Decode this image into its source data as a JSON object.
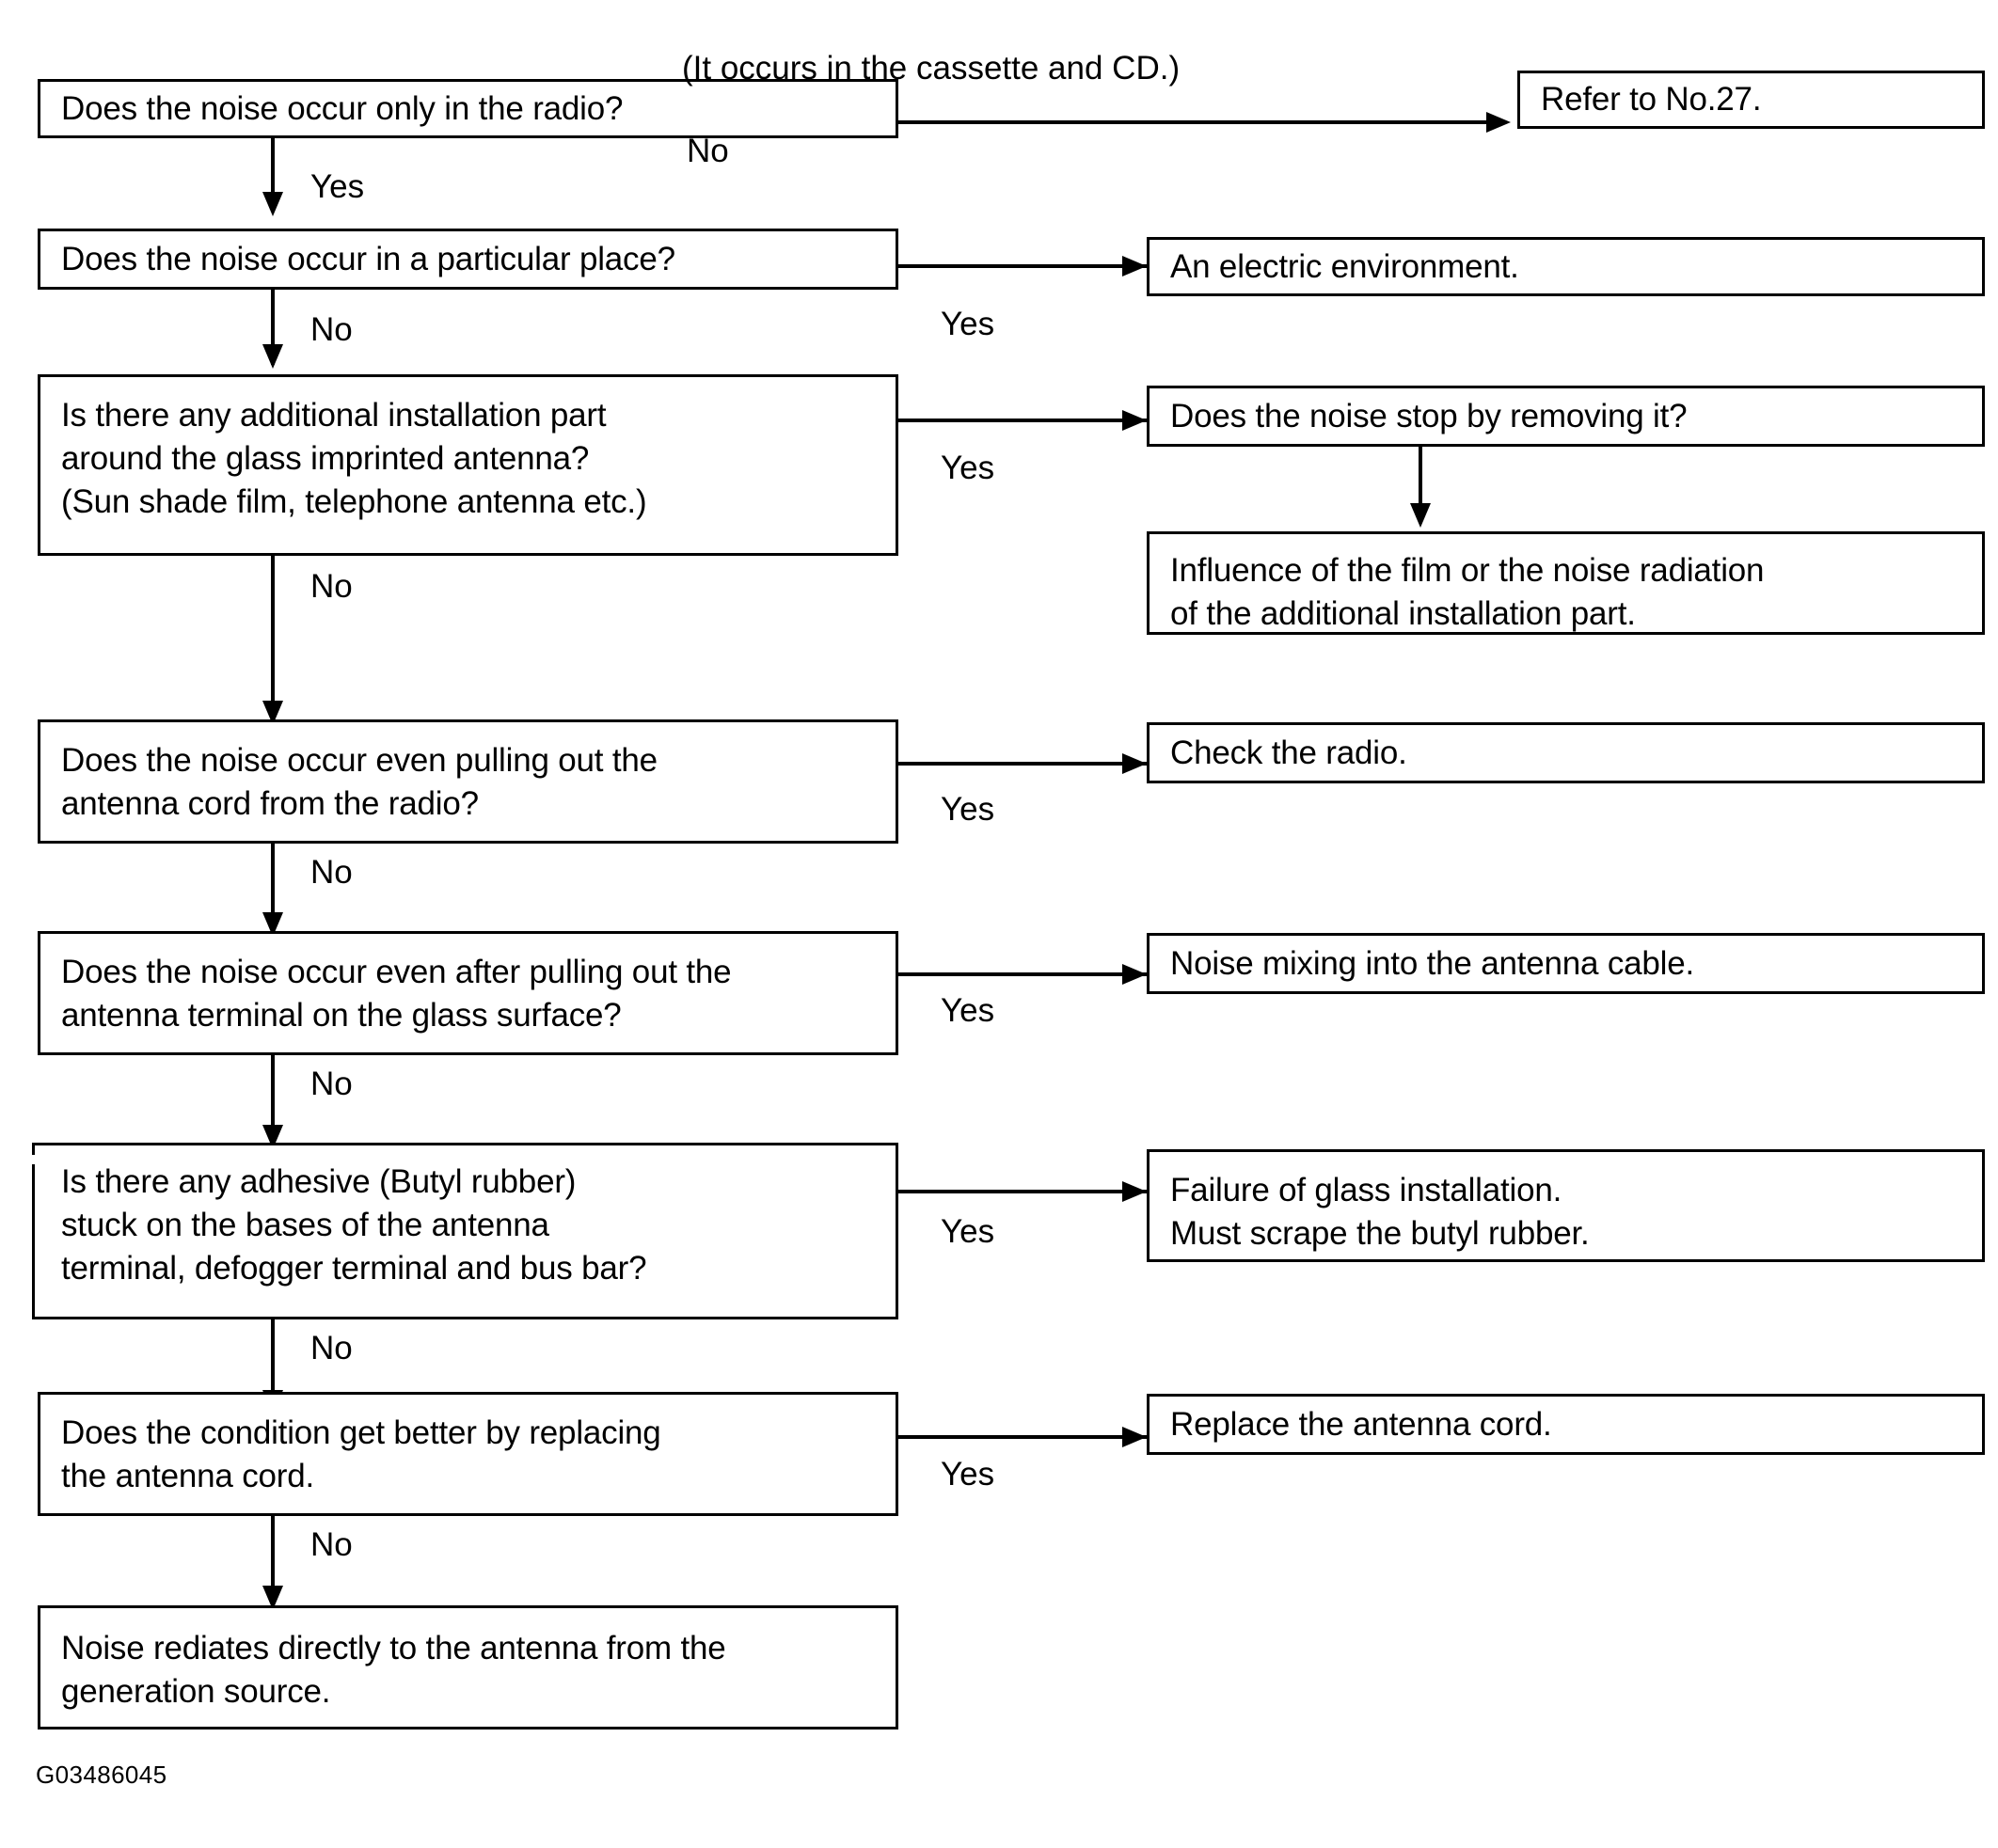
{
  "figure": {
    "code": "G03486045",
    "type": "flowchart",
    "title": "Radio noise diagnosis flowchart"
  },
  "nodes": {
    "q1": {
      "text": "Does the noise occur only in the radio?"
    },
    "a1": {
      "text": "Refer to No.27."
    },
    "q2": {
      "text": "Does the noise occur in a particular place?"
    },
    "a2": {
      "text": "An electric environment."
    },
    "q3": {
      "text": "Is there any additional installation part\naround the glass imprinted antenna?\n(Sun shade film, telephone antenna etc.)"
    },
    "q3b": {
      "text": "Does the noise stop by removing it?"
    },
    "a3": {
      "text": "Influence of the film or the noise radiation\nof the additional installation part."
    },
    "q4": {
      "text": "Does the noise occur even pulling out the\nantenna cord from the radio?"
    },
    "a4": {
      "text": "Check the radio."
    },
    "q5": {
      "text": "Does the noise occur even after pulling out the\nantenna terminal on the glass surface?"
    },
    "a5": {
      "text": "Noise mixing into the antenna cable."
    },
    "q6": {
      "text": "Is there any adhesive (Butyl rubber)\nstuck on the bases of the antenna\nterminal, defogger terminal and bus bar?"
    },
    "a6": {
      "text": "Failure of glass installation.\nMust scrape the butyl rubber."
    },
    "q7": {
      "text": "Does the condition get better by replacing\nthe antenna cord."
    },
    "a7": {
      "text": "Replace the antenna cord."
    },
    "a8": {
      "text": "Noise rediates directly to the antenna from the\ngeneration source."
    }
  },
  "edge_labels": {
    "e1_no": "No",
    "e1_note": "(It occurs in the cassette and CD.)",
    "e1_yes": "Yes",
    "e2_yes": "Yes",
    "e2_no": "No",
    "e3_yes": "Yes",
    "e3_no": "No",
    "e4_yes": "Yes",
    "e4_no": "No",
    "e5_yes": "Yes",
    "e5_no": "No",
    "e6_yes": "Yes",
    "e6_no": "No",
    "e7_yes": "Yes",
    "e7_no": "No"
  }
}
